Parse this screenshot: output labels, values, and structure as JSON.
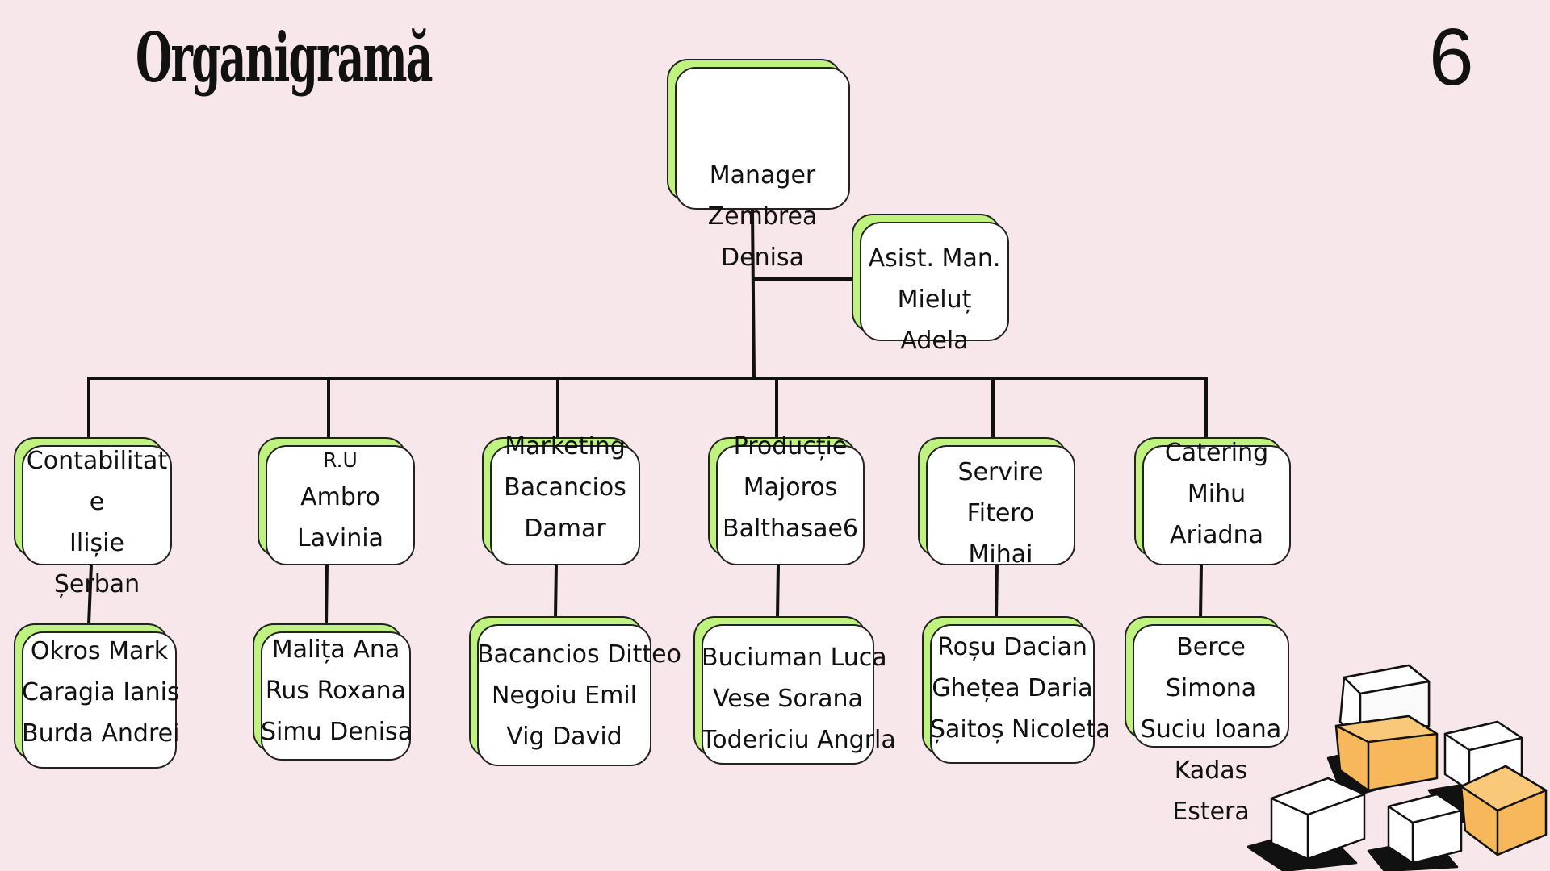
{
  "title": "Organigramă",
  "slide_number": "6",
  "manager": {
    "role": "Manager",
    "name1": "Zembrea",
    "name2": "Denisa"
  },
  "assistant": {
    "role": "Asist. Man.",
    "name1": "Mieluț",
    "name2": "Adela"
  },
  "departments": [
    {
      "role": "Contabilitat",
      "role2": "e",
      "name1": "Ilișie",
      "name2": "Șerban",
      "staff": [
        "Okros Mark",
        "Caragia Ianis",
        "Burda Andrei"
      ]
    },
    {
      "role": "R.U",
      "name1": "Ambro",
      "name2": "Lavinia",
      "staff": [
        "Malița Ana",
        "Rus Roxana",
        "Simu Denisa"
      ]
    },
    {
      "role": "Marketing",
      "name1": "Bacancios",
      "name2": "Damar",
      "staff": [
        "Bacancios Ditteo",
        "Negoiu Emil",
        "Vig David"
      ]
    },
    {
      "role": "Producție",
      "name1": "Majoros",
      "name2": "Balthasae6",
      "staff": [
        "Buciuman Luca",
        "Vese Sorana",
        "Todericiu Angrla"
      ]
    },
    {
      "role": "Servire",
      "name1": "Fitero",
      "name2": "Mihai",
      "staff": [
        "Roșu Dacian",
        "Ghețea Daria",
        "Șaitoș Nicoleta"
      ]
    },
    {
      "role": "Catering",
      "name1": "Mihu",
      "name2": "Ariadna",
      "staff": [
        "Berce",
        "Simona",
        "Suciu Ioana",
        "Kadas",
        "Estera"
      ]
    }
  ],
  "colors": {
    "background": "#f7e6ea",
    "accent": "#bff27e",
    "card": "#ffffff",
    "cube_orange": "#f6b85a"
  }
}
